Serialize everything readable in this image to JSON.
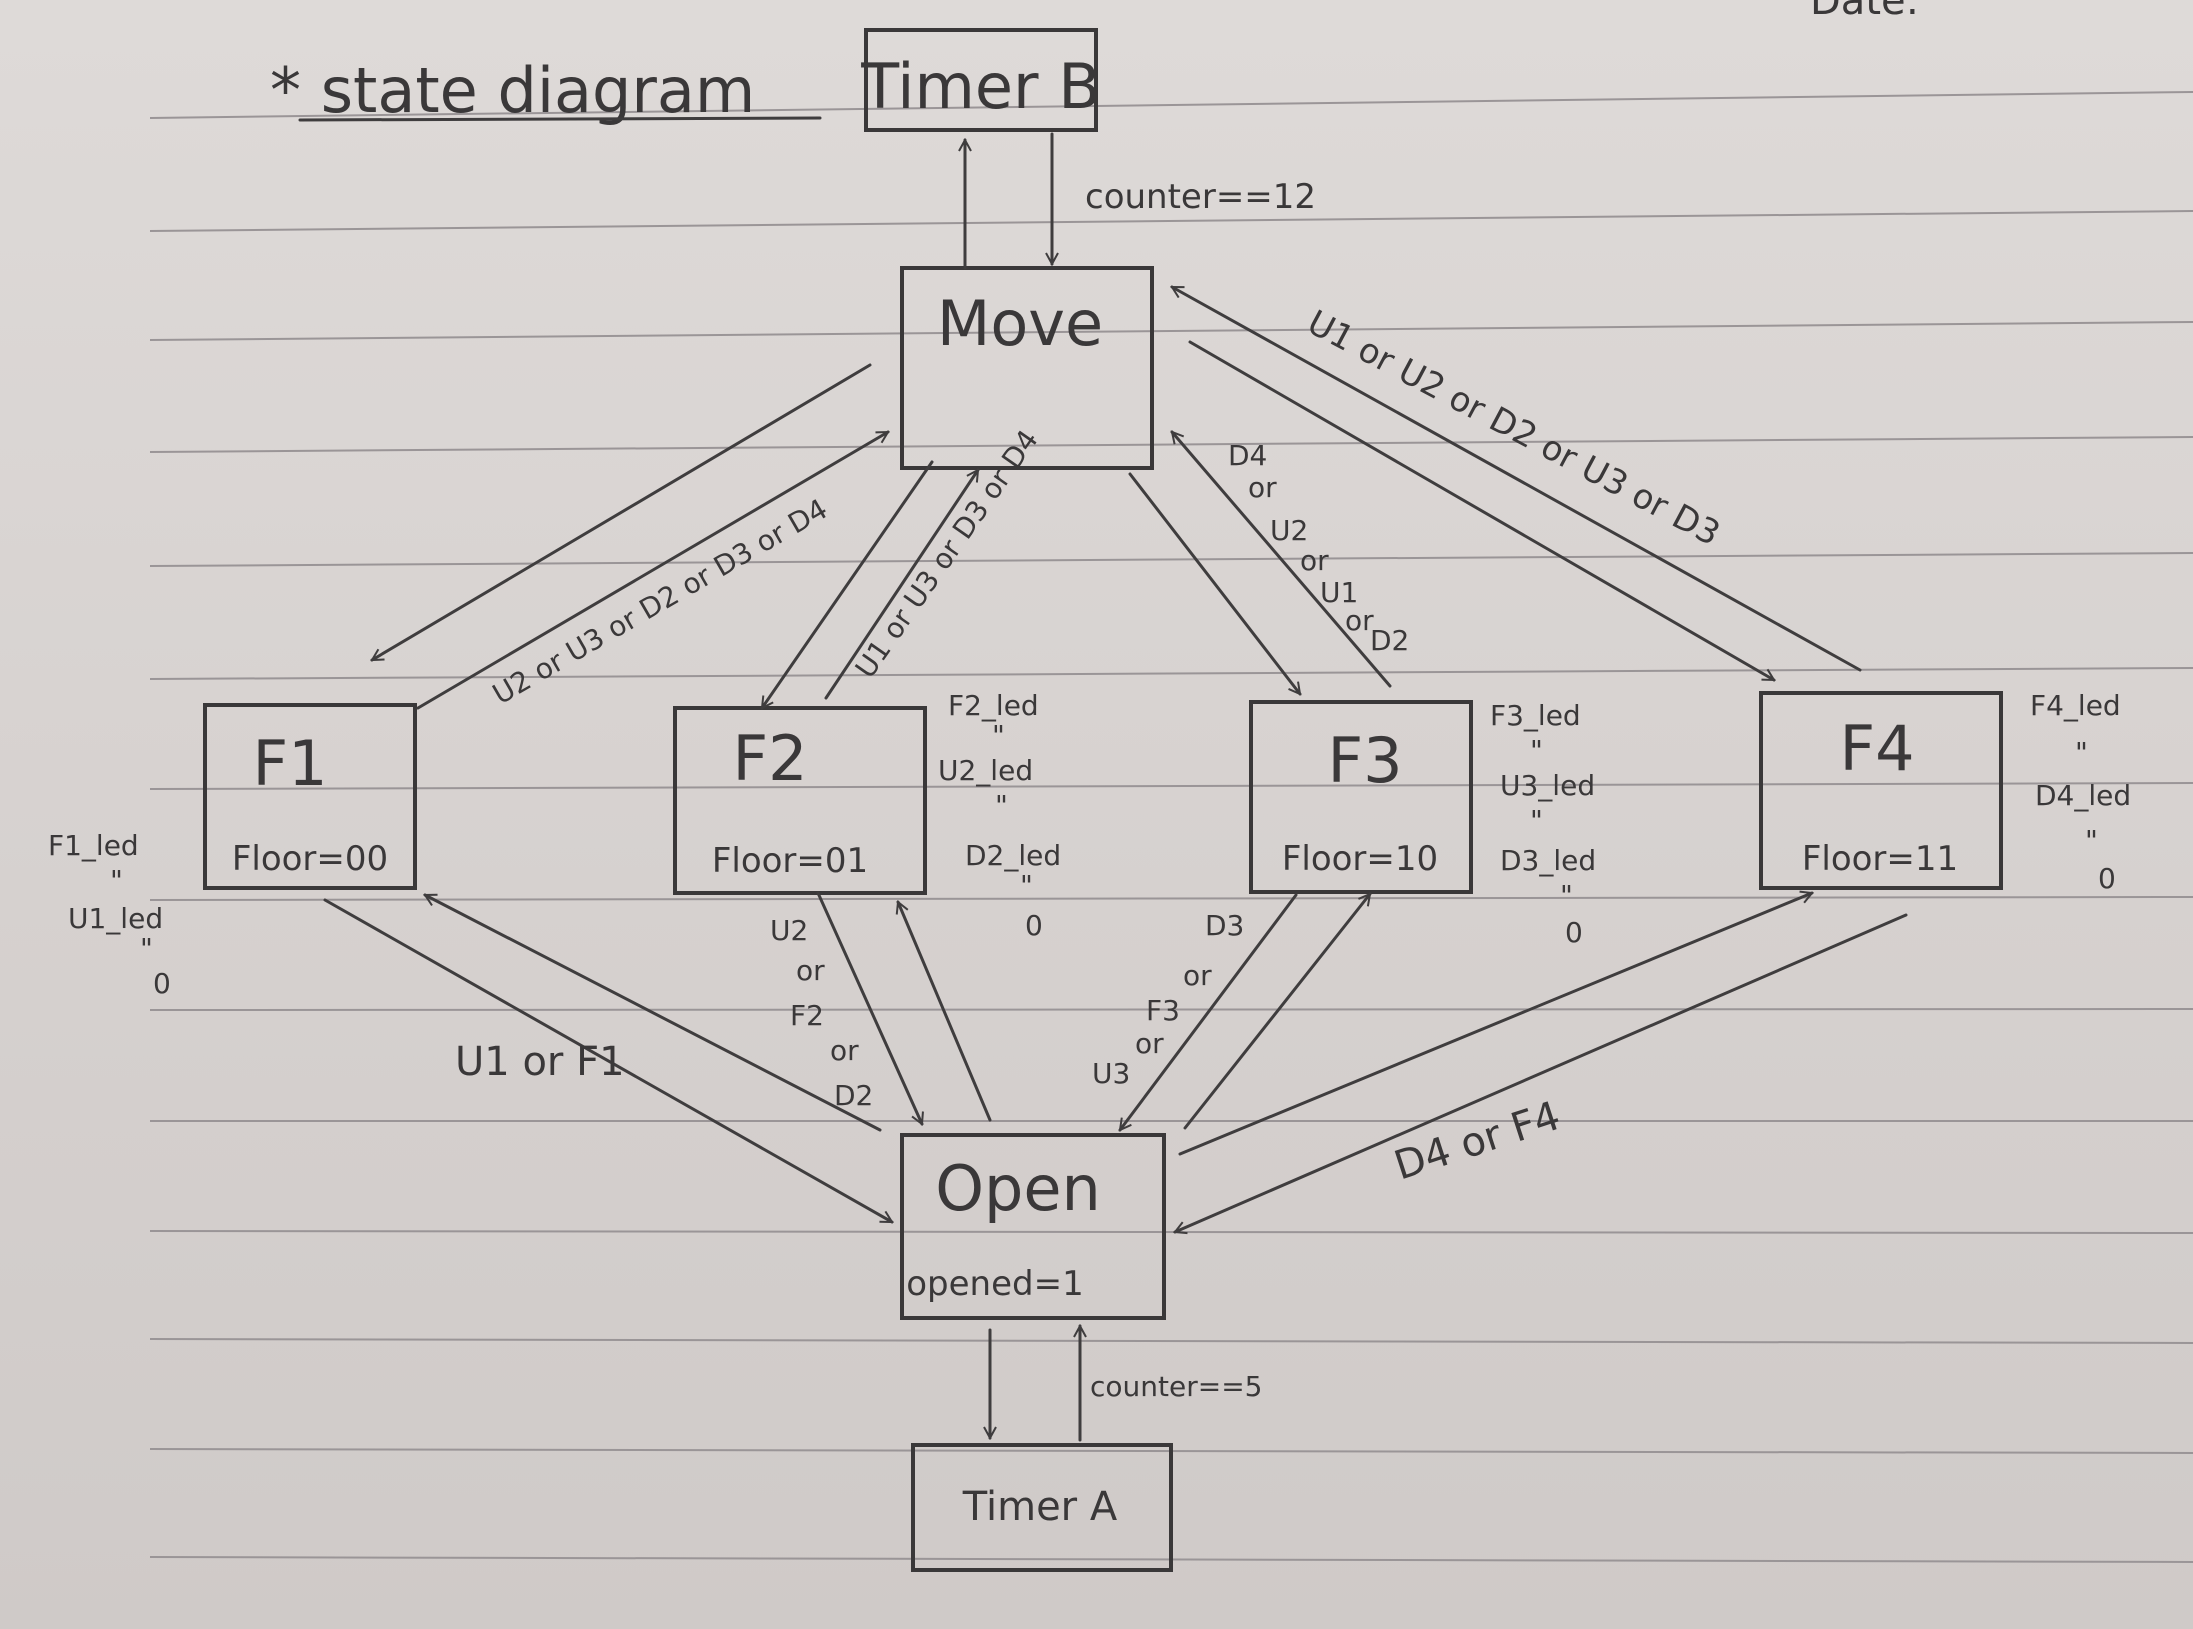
{
  "header": {
    "corner": "Date:",
    "title": "* state diagram"
  },
  "states": {
    "timer_b": {
      "name": "Timer B"
    },
    "move": {
      "name": "Move"
    },
    "f1": {
      "name": "F1",
      "value": "Floor=00"
    },
    "f2": {
      "name": "F2",
      "value": "Floor=01"
    },
    "f3": {
      "name": "F3",
      "value": "Floor=10"
    },
    "f4": {
      "name": "F4",
      "value": "Floor=11"
    },
    "open": {
      "name": "Open",
      "value": "opened=1"
    },
    "timer_a": {
      "name": "Timer A"
    }
  },
  "transitions": {
    "timer_b_to_move": "counter==12",
    "f1_to_move": "U2 or U3 or D2 or D3 or D4",
    "f2_to_move": "U1 or U3 or D3 or D4",
    "move_to_f4": "U1 or U2 or D2 or U3 or D3",
    "f3_to_move": [
      "D4",
      "or",
      "U2",
      "or",
      "U1",
      "or",
      "D2"
    ],
    "f1_to_open": "U1 or F1",
    "f2_to_open": [
      "U2",
      "or",
      "F2",
      "or",
      "D2"
    ],
    "f3_to_open": [
      "D3",
      "or",
      "F3",
      "or",
      "U3"
    ],
    "f4_to_open": "D4 or F4",
    "timer_a_to_open": "counter==5"
  },
  "notes": {
    "f1": [
      "F1_led",
      "\"",
      "U1_led",
      "\"",
      "0"
    ],
    "f2": [
      "F2_led",
      "\"",
      "U2_led",
      "\"",
      "D2_led",
      "\"",
      "0"
    ],
    "f3": [
      "F3_led",
      "\"",
      "U3_led",
      "\"",
      "D3_led",
      "\"",
      "0"
    ],
    "f4": [
      "F4_led",
      "\"",
      "D4_led",
      "\"",
      "0"
    ]
  }
}
